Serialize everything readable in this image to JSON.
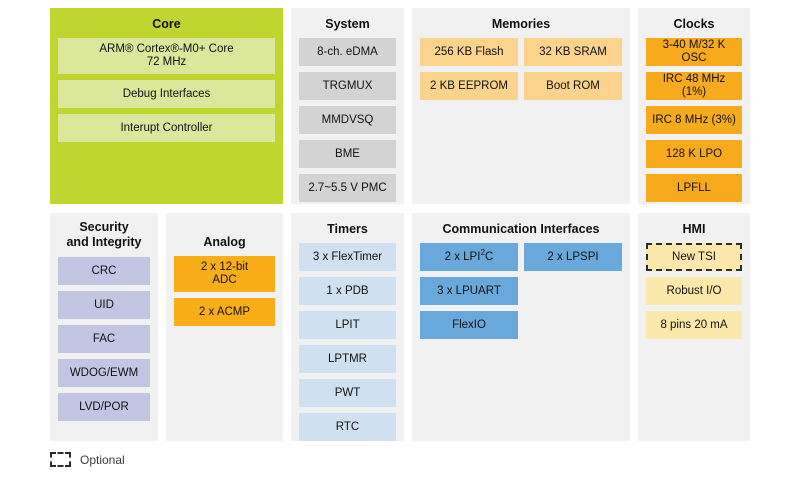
{
  "diagram": {
    "title_visible": false,
    "legend": {
      "swatch": "dashed-box-icon",
      "label": "Optional"
    },
    "palette": {
      "core_panel": "#bed62f",
      "core_block": "#dbe79a",
      "panel_bg": "#f1f1f1",
      "system_block": "#d3d3d3",
      "memory_block": "#fbd38d",
      "clock_block": "#f6aa1c",
      "security_block": "#c3c6e3",
      "analog_block": "#f9ae17",
      "timer_block": "#cfe0f0",
      "comm_block": "#69a8db",
      "hmi_block": "#fde8ab",
      "optional_border": "#2b2b2b"
    },
    "panels": [
      {
        "id": "core",
        "title": "Core",
        "blocks": [
          {
            "label": "ARM® Cortex®-M0+ Core\n72 MHz",
            "size": "tall"
          },
          {
            "label": "Debug Interfaces",
            "size": "normal"
          },
          {
            "label": "Interupt Controller",
            "size": "normal"
          }
        ]
      },
      {
        "id": "system",
        "title": "System",
        "blocks": [
          {
            "label": "8-ch. eDMA",
            "size": "normal"
          },
          {
            "label": "TRGMUX",
            "size": "normal"
          },
          {
            "label": "MMDVSQ",
            "size": "normal"
          },
          {
            "label": "BME",
            "size": "normal"
          },
          {
            "label": "2.7~5.5 V PMC",
            "size": "normal"
          }
        ]
      },
      {
        "id": "memories",
        "title": "Memories",
        "blocks": [
          {
            "label": "256 KB Flash",
            "size": "half"
          },
          {
            "label": "32 KB SRAM",
            "size": "half"
          },
          {
            "label": "2 KB EEPROM",
            "size": "half"
          },
          {
            "label": "Boot ROM",
            "size": "half"
          }
        ]
      },
      {
        "id": "clocks",
        "title": "Clocks",
        "blocks": [
          {
            "label": "3-40 M/32 K OSC",
            "size": "normal"
          },
          {
            "label": "IRC 48 MHz (1%)",
            "size": "normal"
          },
          {
            "label": "IRC 8 MHz (3%)",
            "size": "normal"
          },
          {
            "label": "128 K LPO",
            "size": "normal"
          },
          {
            "label": "LPFLL",
            "size": "normal"
          }
        ]
      },
      {
        "id": "security",
        "title": "Security\nand Integrity",
        "blocks": [
          {
            "label": "CRC",
            "size": "normal"
          },
          {
            "label": "UID",
            "size": "normal"
          },
          {
            "label": "FAC",
            "size": "normal"
          },
          {
            "label": "WDOG/EWM",
            "size": "normal"
          },
          {
            "label": "LVD/POR",
            "size": "normal"
          }
        ]
      },
      {
        "id": "analog",
        "title": "Analog",
        "blocks": [
          {
            "label": "2 x 12-bit\nADC",
            "size": "tall"
          },
          {
            "label": "2 x ACMP",
            "size": "normal"
          }
        ]
      },
      {
        "id": "timers",
        "title": "Timers",
        "blocks": [
          {
            "label": "3 x FlexTimer",
            "size": "normal"
          },
          {
            "label": "1 x PDB",
            "size": "normal"
          },
          {
            "label": "LPIT",
            "size": "normal"
          },
          {
            "label": "LPTMR",
            "size": "normal"
          },
          {
            "label": "PWT",
            "size": "normal"
          },
          {
            "label": "RTC",
            "size": "normal"
          }
        ]
      },
      {
        "id": "communication",
        "title": "Communication Interfaces",
        "blocks": [
          {
            "label": "2 x LPI²C",
            "size": "half"
          },
          {
            "label": "2 x LPSPI",
            "size": "half"
          },
          {
            "label": "3 x LPUART",
            "size": "half"
          },
          {
            "label": "",
            "size": "half-spacer"
          },
          {
            "label": "FlexIO",
            "size": "half"
          }
        ]
      },
      {
        "id": "hmi",
        "title": "HMI",
        "blocks": [
          {
            "label": "New TSI",
            "size": "normal",
            "optional": true
          },
          {
            "label": "Robust I/O",
            "size": "normal"
          },
          {
            "label": "8 pins 20 mA",
            "size": "normal"
          }
        ]
      }
    ]
  }
}
